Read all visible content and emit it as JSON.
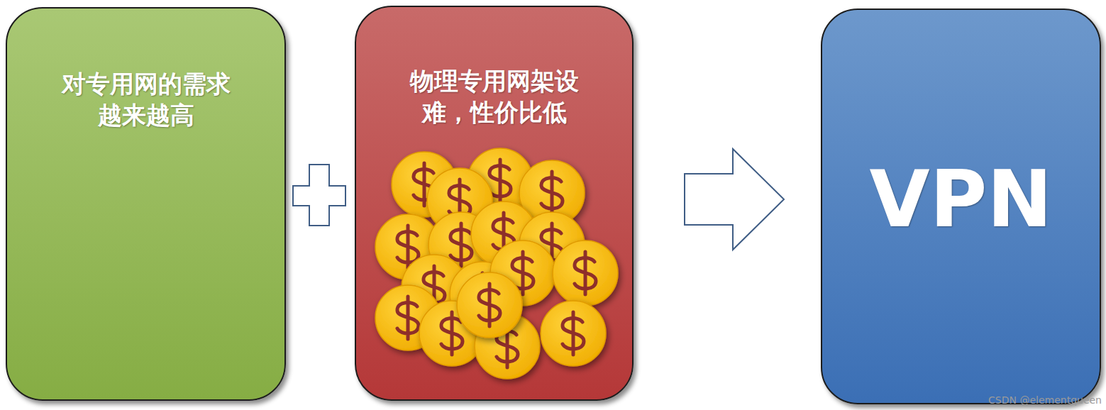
{
  "diagram": {
    "nodes": [
      {
        "text": [
          "对专用网的需求 越来越高"
        ]
      },
      {
        "text": [
          "物理专用网架设 难，性价比低"
        ]
      },
      {
        "text": [
          "VPN"
        ]
      }
    ],
    "labels": [
      "CSDN @elementqueen"
    ]
  }
}
